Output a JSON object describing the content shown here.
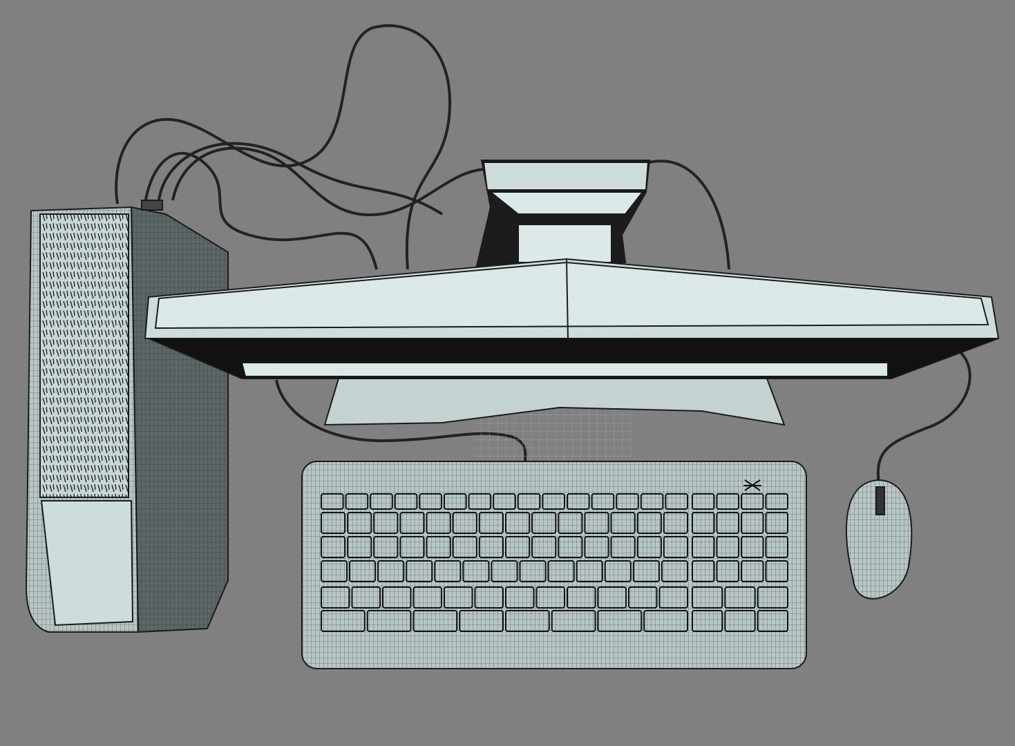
{
  "scene": {
    "colors": {
      "background": "#808080",
      "surface": "#cfdcdc",
      "surface_light": "#dde8e8",
      "shadow_surface": "#5f6868",
      "wire": "#1a1a1a"
    },
    "objects": [
      "pc-tower",
      "monitor",
      "keyboard",
      "mouse",
      "cables"
    ],
    "keyboard": {
      "main_rows": [
        15,
        14,
        14,
        13,
        12,
        8
      ],
      "numpad_rows": [
        4,
        4,
        4,
        4,
        3,
        3
      ]
    }
  }
}
